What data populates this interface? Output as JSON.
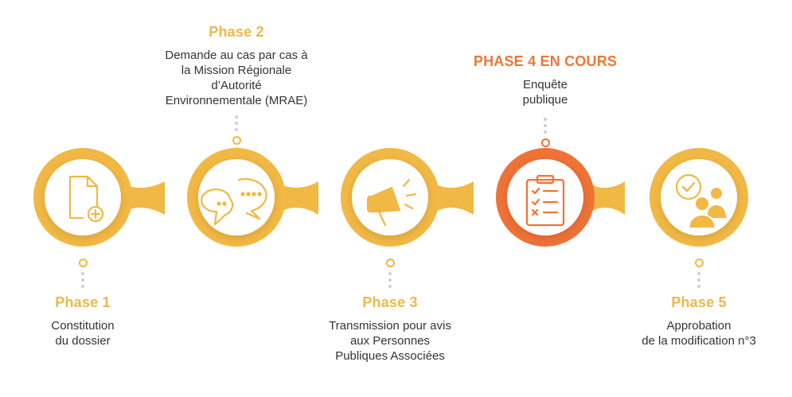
{
  "colors": {
    "done": "#f2b844",
    "active": "#ef7236",
    "title_done": "#edb84b",
    "title_active": "#ee7638"
  },
  "phases": [
    {
      "title": "Phase 1",
      "description": [
        "Constitution",
        "du dossier"
      ],
      "icon": "document-add-icon",
      "status": "done"
    },
    {
      "title": "Phase 2",
      "description": [
        "Demande au cas par cas à",
        "la Mission Régionale",
        "d’Autorité",
        "Environnementale (MRAE)"
      ],
      "icon": "chat-bubbles-icon",
      "status": "done"
    },
    {
      "title": "Phase 3",
      "description": [
        "Transmission pour avis",
        "aux Personnes",
        "Publiques Associées"
      ],
      "icon": "megaphone-icon",
      "status": "done"
    },
    {
      "title": "PHASE 4 EN COURS",
      "description": [
        "Enquête",
        "publique"
      ],
      "icon": "clipboard-checklist-icon",
      "status": "active"
    },
    {
      "title": "Phase 5",
      "description": [
        "Approbation",
        "de la modification n°3"
      ],
      "icon": "users-check-icon",
      "status": "done"
    }
  ]
}
